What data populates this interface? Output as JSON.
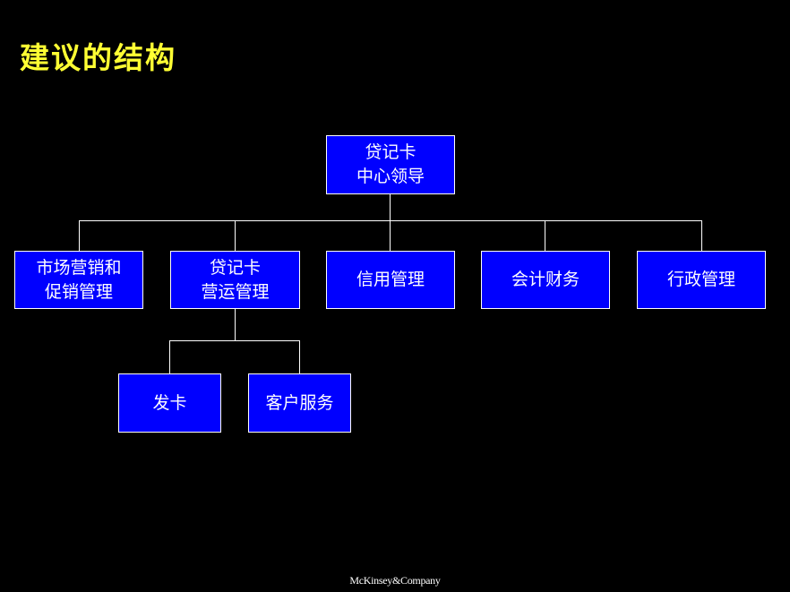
{
  "slide": {
    "title": "建议的结构",
    "footer": "McKinsey&Company",
    "colors": {
      "background": "#000000",
      "title": "#FFFF33",
      "box_fill": "#0000FF",
      "box_text": "#FFFFFF",
      "connector": "#FFFFFF"
    }
  },
  "org_chart": {
    "root": {
      "line1": "贷记卡",
      "line2": "中心领导"
    },
    "departments": [
      {
        "line1": "市场营销和",
        "line2": "促销管理"
      },
      {
        "line1": "贷记卡",
        "line2": "营运管理"
      },
      {
        "line1": "信用管理"
      },
      {
        "line1": "会计财务"
      },
      {
        "line1": "行政管理"
      }
    ],
    "operations_sub_units": [
      {
        "line1": "发卡"
      },
      {
        "line1": "客户服务"
      }
    ]
  }
}
